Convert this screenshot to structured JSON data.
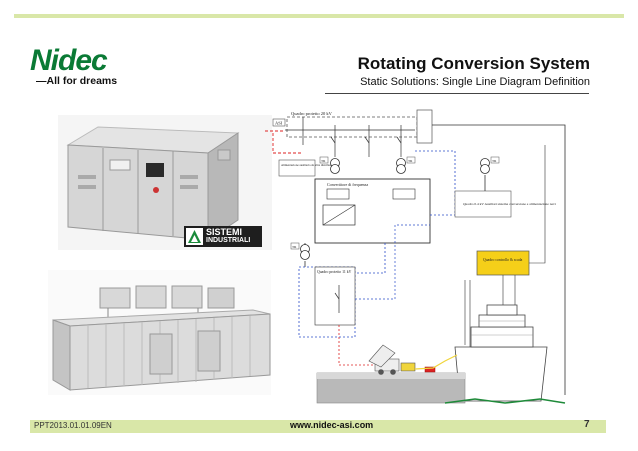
{
  "brand": {
    "logo_text": "Nidec",
    "tagline": "—All for dreams",
    "green": "#0a7a35",
    "bar_color": "#d9e7a8"
  },
  "header": {
    "title": "Rotating Conversion System",
    "subtitle": "Static Solutions: Single Line Diagram Definition"
  },
  "photos": {
    "cabinet": "converter-cabinet-photo",
    "container": "containerised-unit-photo",
    "partner_logo_line1": "SISTEMI",
    "partner_logo_line2": "INDUSTRIALI"
  },
  "diagram": {
    "mv_board": "Quadro protetto 20 kV",
    "asi_label": "ASI",
    "aux_power": "Alimentazione ausiliaria da altra distribuzione",
    "converter": "Convertitore di frequenza",
    "lv_board_aux": "Quadro 0.4 kV Ausiliari sistema conversione e alimentazione navi",
    "control_board": "Quadro controllo & scada",
    "ship_board": "Quadro protetto 11 kV",
    "tag_left": "TR",
    "tag_mid": "TR",
    "tag_right": "TR",
    "tag_bottom": "TR"
  },
  "footer": {
    "doc_code": "PPT2013.01.01.09EN",
    "url": "www.nidec-asi.com",
    "page": "7"
  }
}
